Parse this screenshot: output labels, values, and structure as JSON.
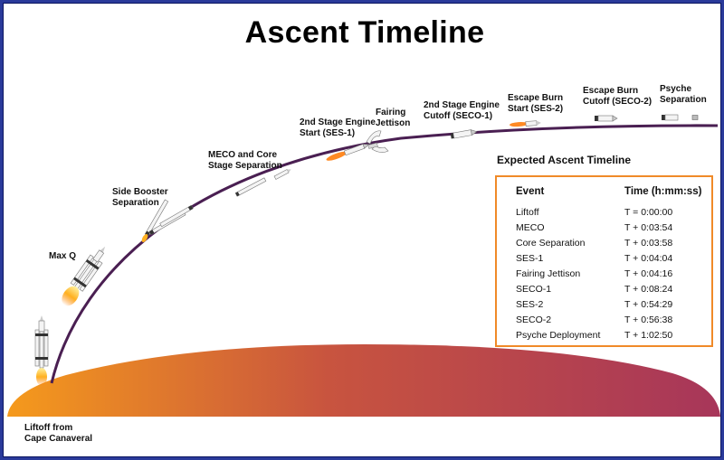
{
  "title": "Ascent Timeline",
  "colors": {
    "border": "#2a3a9a",
    "trajectory": "#4a1f52",
    "table_border": "#f08a28",
    "earth_start": "#f59a1c",
    "earth_end": "#a7365a"
  },
  "labels": {
    "liftoff": "Liftoff from\nCape Canaveral",
    "max_q": "Max Q",
    "side_booster": "Side Booster\nSeparation",
    "meco": "MECO and Core\nStage Separation",
    "ses1": "2nd Stage Engine\nStart (SES-1)",
    "fairing": "Fairing\nJettison",
    "seco1": "2nd Stage Engine\nCutoff (SECO-1)",
    "ses2": "Escape Burn\nStart (SES-2)",
    "seco2": "Escape Burn\nCutoff (SECO-2)",
    "psyche": "Psyche\nSeparation"
  },
  "table": {
    "title": "Expected Ascent Timeline",
    "headers": {
      "event": "Event",
      "time": "Time (h:mm:ss)"
    },
    "rows": [
      {
        "event": "Liftoff",
        "time": "T = 0:00:00"
      },
      {
        "event": "MECO",
        "time": "T + 0:03:54"
      },
      {
        "event": "Core Separation",
        "time": "T + 0:03:58"
      },
      {
        "event": "SES-1",
        "time": "T + 0:04:04"
      },
      {
        "event": "Fairing Jettison",
        "time": "T + 0:04:16"
      },
      {
        "event": "SECO-1",
        "time": "T + 0:08:24"
      },
      {
        "event": "SES-2",
        "time": "T + 0:54:29"
      },
      {
        "event": "SECO-2",
        "time": "T + 0:56:38"
      },
      {
        "event": "Psyche Deployment",
        "time": "T + 1:02:50"
      }
    ]
  }
}
